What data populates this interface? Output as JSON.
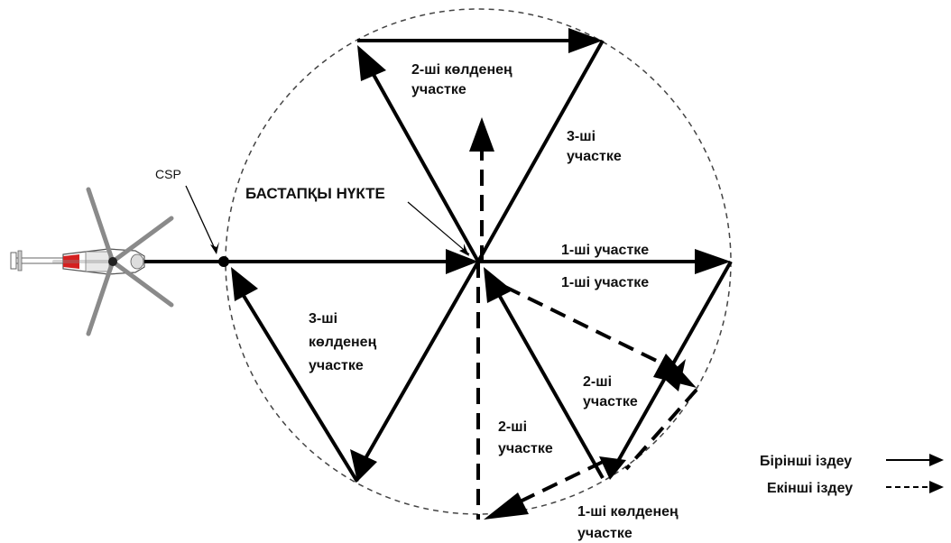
{
  "labels": {
    "csp": "CSP",
    "start_point": "БАСТАПҚЫ НҮКТЕ",
    "leg1_top": "1-ші участке",
    "leg1_bottom": "1-ші участке",
    "leg2_right_1": "2-ші",
    "leg2_right_2": "участке",
    "leg2_center_1": "2-ші",
    "leg2_center_2": "участке",
    "leg3_right_1": "3-ші",
    "leg3_right_2": "участке",
    "cross2_1": "2-ші көлденең",
    "cross2_2": "участке",
    "cross3_1": "3-ші",
    "cross3_2": "көлденең",
    "cross3_3": "участке",
    "cross1_1": "1-ші көлденең",
    "cross1_2": "участке"
  },
  "legend": {
    "first_search": "Бірінші іздеу",
    "second_search": "Екінші іздеу"
  },
  "colors": {
    "ink": "#000000",
    "circle": "#444444",
    "helicopter_body": "#ffffff",
    "helicopter_accent": "#d42020",
    "rotor": "#8a8a8a"
  }
}
